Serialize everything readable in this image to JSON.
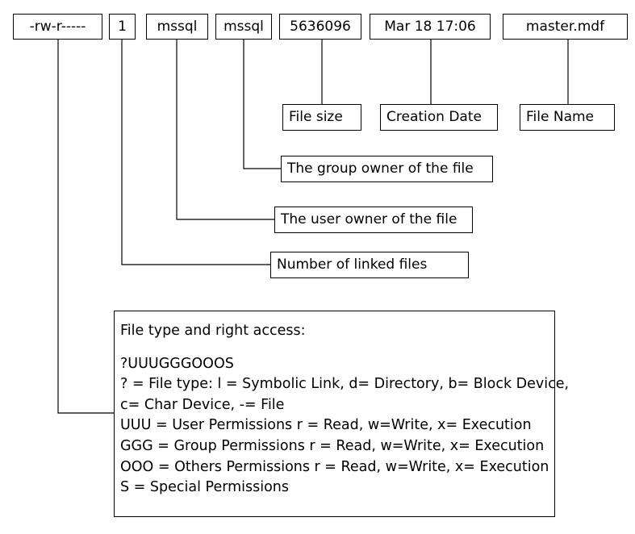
{
  "fields": {
    "permissions": "-rw-r-----",
    "link_count": "1",
    "user_owner": "mssql",
    "group_owner": "mssql",
    "file_size": "5636096",
    "creation_date": "Mar 18 17:06",
    "file_name": "master.mdf"
  },
  "labels": {
    "file_size": "File size",
    "creation_date": "Creation Date",
    "file_name": "File Name",
    "group_owner": "The group owner of the file",
    "user_owner": "The user owner of the file",
    "link_count": "Number of linked files"
  },
  "description": {
    "title": "File type and right access:",
    "lines": [
      "?UUUGGGOOOS",
      "? = File type: l = Symbolic Link, d= Directory, b= Block Device,",
      "c= Char Device, -= File",
      "UUU = User Permissions r = Read, w=Write, x= Execution",
      "GGG = Group Permissions r = Read, w=Write, x= Execution",
      "OOO =  Others Permissions r = Read, w=Write, x= Execution",
      "S = Special Permissions"
    ]
  },
  "colors": {
    "line": "#000000",
    "background": "#ffffff"
  }
}
